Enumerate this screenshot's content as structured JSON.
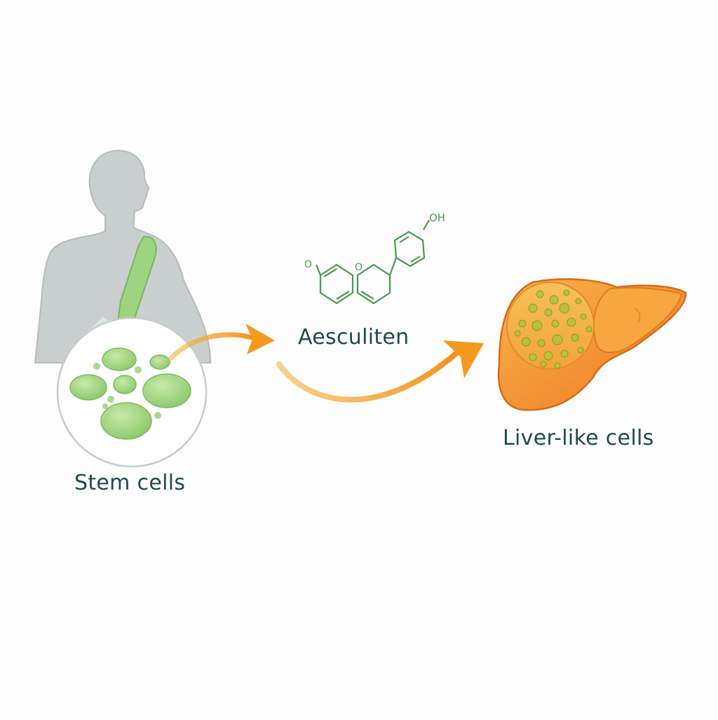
{
  "labels": {
    "stem_cells": "Stem cells",
    "compound": "Aesculiten",
    "liver_cells": "Liver-like cells"
  },
  "molecule": {
    "atom_left": "O",
    "atom_middle": "O",
    "atom_top": "OH"
  },
  "colors": {
    "label_text": "#1f4a4c",
    "silhouette": "#c9cfcf",
    "stem_cell_green": "#9cd47f",
    "molecule_green": "#4b9a4f",
    "arrow_orange": "#f39a1e",
    "liver_orange": "#f08a2a",
    "liver_granule": "#b7c23a"
  },
  "icons": {
    "human": "human-silhouette-icon",
    "cells": "stem-cell-cluster-icon",
    "molecule": "chemical-structure-icon",
    "liver": "liver-icon"
  }
}
